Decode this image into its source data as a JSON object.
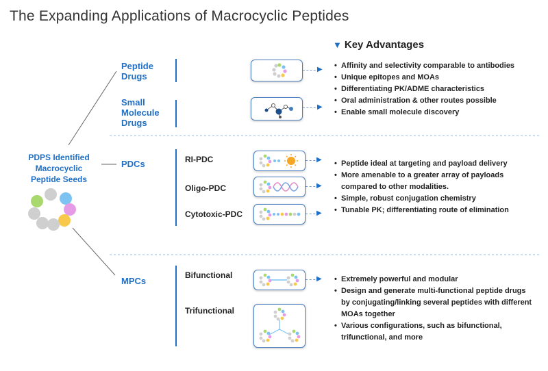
{
  "title": "The Expanding Applications of Macrocyclic Peptides",
  "key_advantages": {
    "heading": "Key Advantages",
    "icon": "triangle-down-icon",
    "accent": "#1f6fc5"
  },
  "seeds": {
    "label_lines": [
      "PDPS Identified",
      "Macrocyclic",
      "Peptide Seeds"
    ],
    "bead_colors": [
      "#a9d86e",
      "#cfcfcf",
      "#7cc3f2",
      "#e69be6",
      "#f7c84a",
      "#cfcfcf",
      "#cfcfcf",
      "#cfcfcf",
      "#cfcfcf"
    ]
  },
  "categories": [
    {
      "id": "peptide-drugs",
      "label_lines": [
        "Peptide",
        "Drugs"
      ],
      "bullets": [
        "Affinity and selectivity comparable to antibodies",
        "Unique epitopes and MOAs",
        "Differentiating PK/ADME characteristics"
      ]
    },
    {
      "id": "small-molecule-drugs",
      "label_lines": [
        "Small",
        "Molecule",
        "Drugs"
      ],
      "bullets": [
        "Oral administration & other routes possible",
        "Enable small molecule discovery"
      ]
    },
    {
      "id": "pdcs",
      "label_lines": [
        "PDCs"
      ],
      "subtypes": [
        "RI-PDC",
        "Oligo-PDC",
        "Cytotoxic-PDC"
      ],
      "bullets": [
        "Peptide ideal at targeting and payload delivery",
        "More amenable to a greater array of payloads compared to other modalities.",
        "Simple, robust conjugation chemistry",
        "Tunable PK; differentiating route of elimination"
      ]
    },
    {
      "id": "mpcs",
      "label_lines": [
        "MPCs"
      ],
      "subtypes": [
        "Bifunctional",
        "Trifunctional"
      ],
      "bullets": [
        "Extremely powerful and modular",
        "Design and generate multi-functional peptide drugs by conjugating/linking several peptides with different MOAs together",
        "Various configurations, such as bifunctional, trifunctional, and more"
      ]
    }
  ],
  "colors": {
    "brand_blue": "#1f6fc5",
    "box_border": "#4a7fbf",
    "divider": "#9fb8dc",
    "sun": "#f5a623",
    "dna_pink": "#e58cc5",
    "dna_blue": "#7aa3e0"
  }
}
